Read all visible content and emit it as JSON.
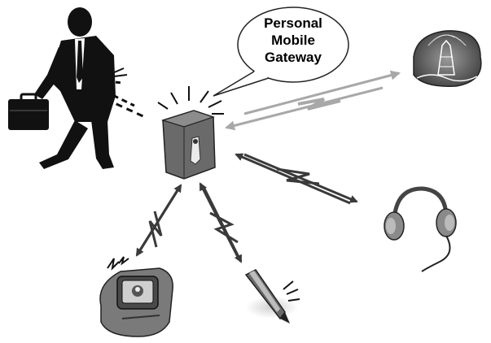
{
  "gateway_label": {
    "line1": "Personal",
    "line2": "Mobile",
    "line3": "Gateway"
  },
  "nodes": {
    "businessman": "businessman-icon",
    "gateway_device": "mobile-gateway-device-icon",
    "network_tower": "network-tower-icon",
    "headphones": "headphones-icon",
    "smart_watch": "smart-watch-icon",
    "pen": "digital-pen-icon"
  },
  "colors": {
    "link_dark": "#3a3a3a",
    "link_light": "#a8a8a8",
    "device_body": "#6a6a6a"
  }
}
